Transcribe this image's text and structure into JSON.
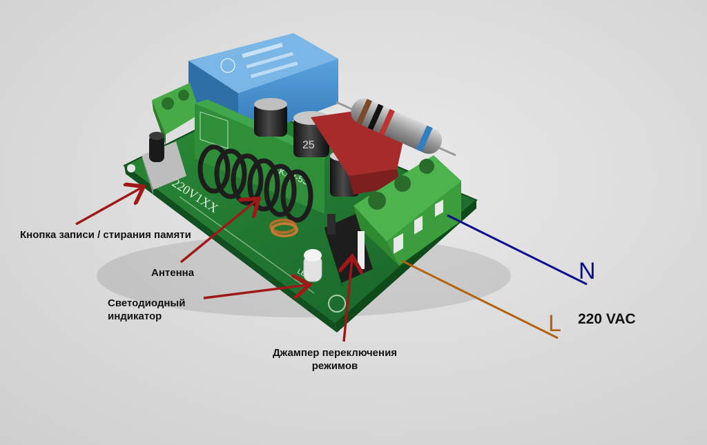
{
  "labels": {
    "button": "Кнопка записи / стирания памяти",
    "antenna": "Антенна",
    "led_line1": "Светодиодный",
    "led_line2": "индикатор",
    "jumper_line1": "Джампер переключения",
    "jumper_line2": "режимов"
  },
  "wires": {
    "neutral": "N",
    "line": "L",
    "voltage": "220 VAC"
  },
  "board_print": {
    "model": "220V1XX",
    "receiver": "YK1R-5S",
    "capacitor": "25",
    "led_mark": "LED"
  },
  "colors": {
    "arrow": "#a01818",
    "neutral_wire": "#0a0a8c",
    "line_wire": "#b4620e",
    "pcb": "#1f7a2c",
    "terminal": "#3fa63f",
    "relay": "#3c86c6"
  }
}
